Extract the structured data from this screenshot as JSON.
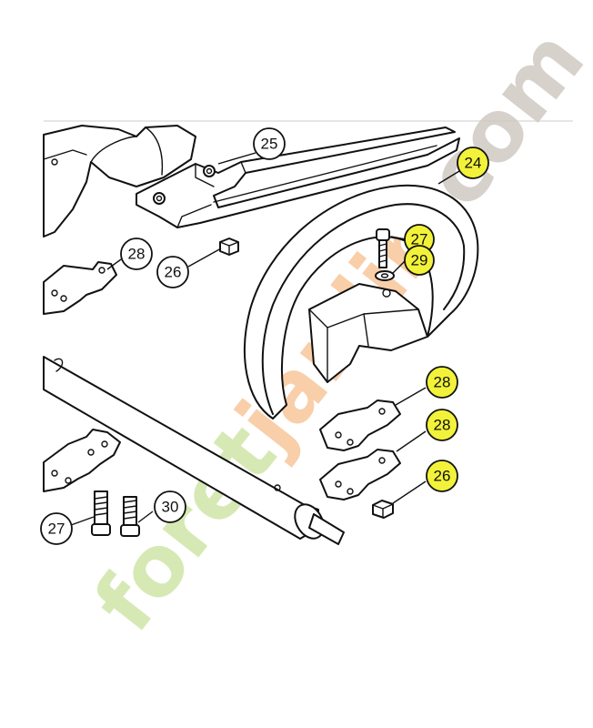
{
  "diagram": {
    "callouts": [
      {
        "label": "25",
        "highlight": false
      },
      {
        "label": "24",
        "highlight": true
      },
      {
        "label": "27",
        "highlight": true
      },
      {
        "label": "29",
        "highlight": true
      },
      {
        "label": "28",
        "highlight": false
      },
      {
        "label": "26",
        "highlight": false
      },
      {
        "label": "28",
        "highlight": true
      },
      {
        "label": "28",
        "highlight": true
      },
      {
        "label": "26",
        "highlight": true
      },
      {
        "label": "27",
        "highlight": false
      },
      {
        "label": "30",
        "highlight": false
      }
    ],
    "colors": {
      "highlight": "#f2f23a",
      "normal": "#ffffff",
      "watermark_green": "#cfe6a8",
      "watermark_orange": "#f7c79b",
      "watermark_gray": "#cfcac1"
    }
  },
  "watermark": {
    "part1": "foret",
    "part2": "jardin",
    "part3": ".com"
  }
}
